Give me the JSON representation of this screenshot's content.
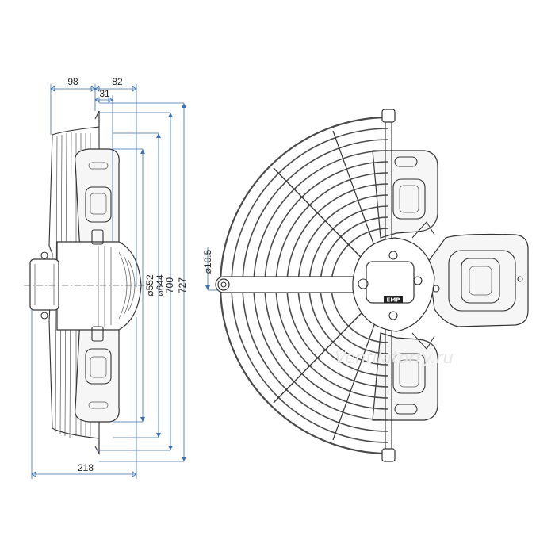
{
  "dimensions": {
    "side_width_left": "98",
    "side_width_right": "82",
    "hub_offset": "31",
    "total_depth": "218",
    "dia_552": "⌀552",
    "dia_644": "⌀644",
    "height_700": "700",
    "height_727": "727",
    "hole_dia": "⌀10.5"
  },
  "watermark": "Ventilatorry.ru",
  "logo_text": "ЕМР"
}
